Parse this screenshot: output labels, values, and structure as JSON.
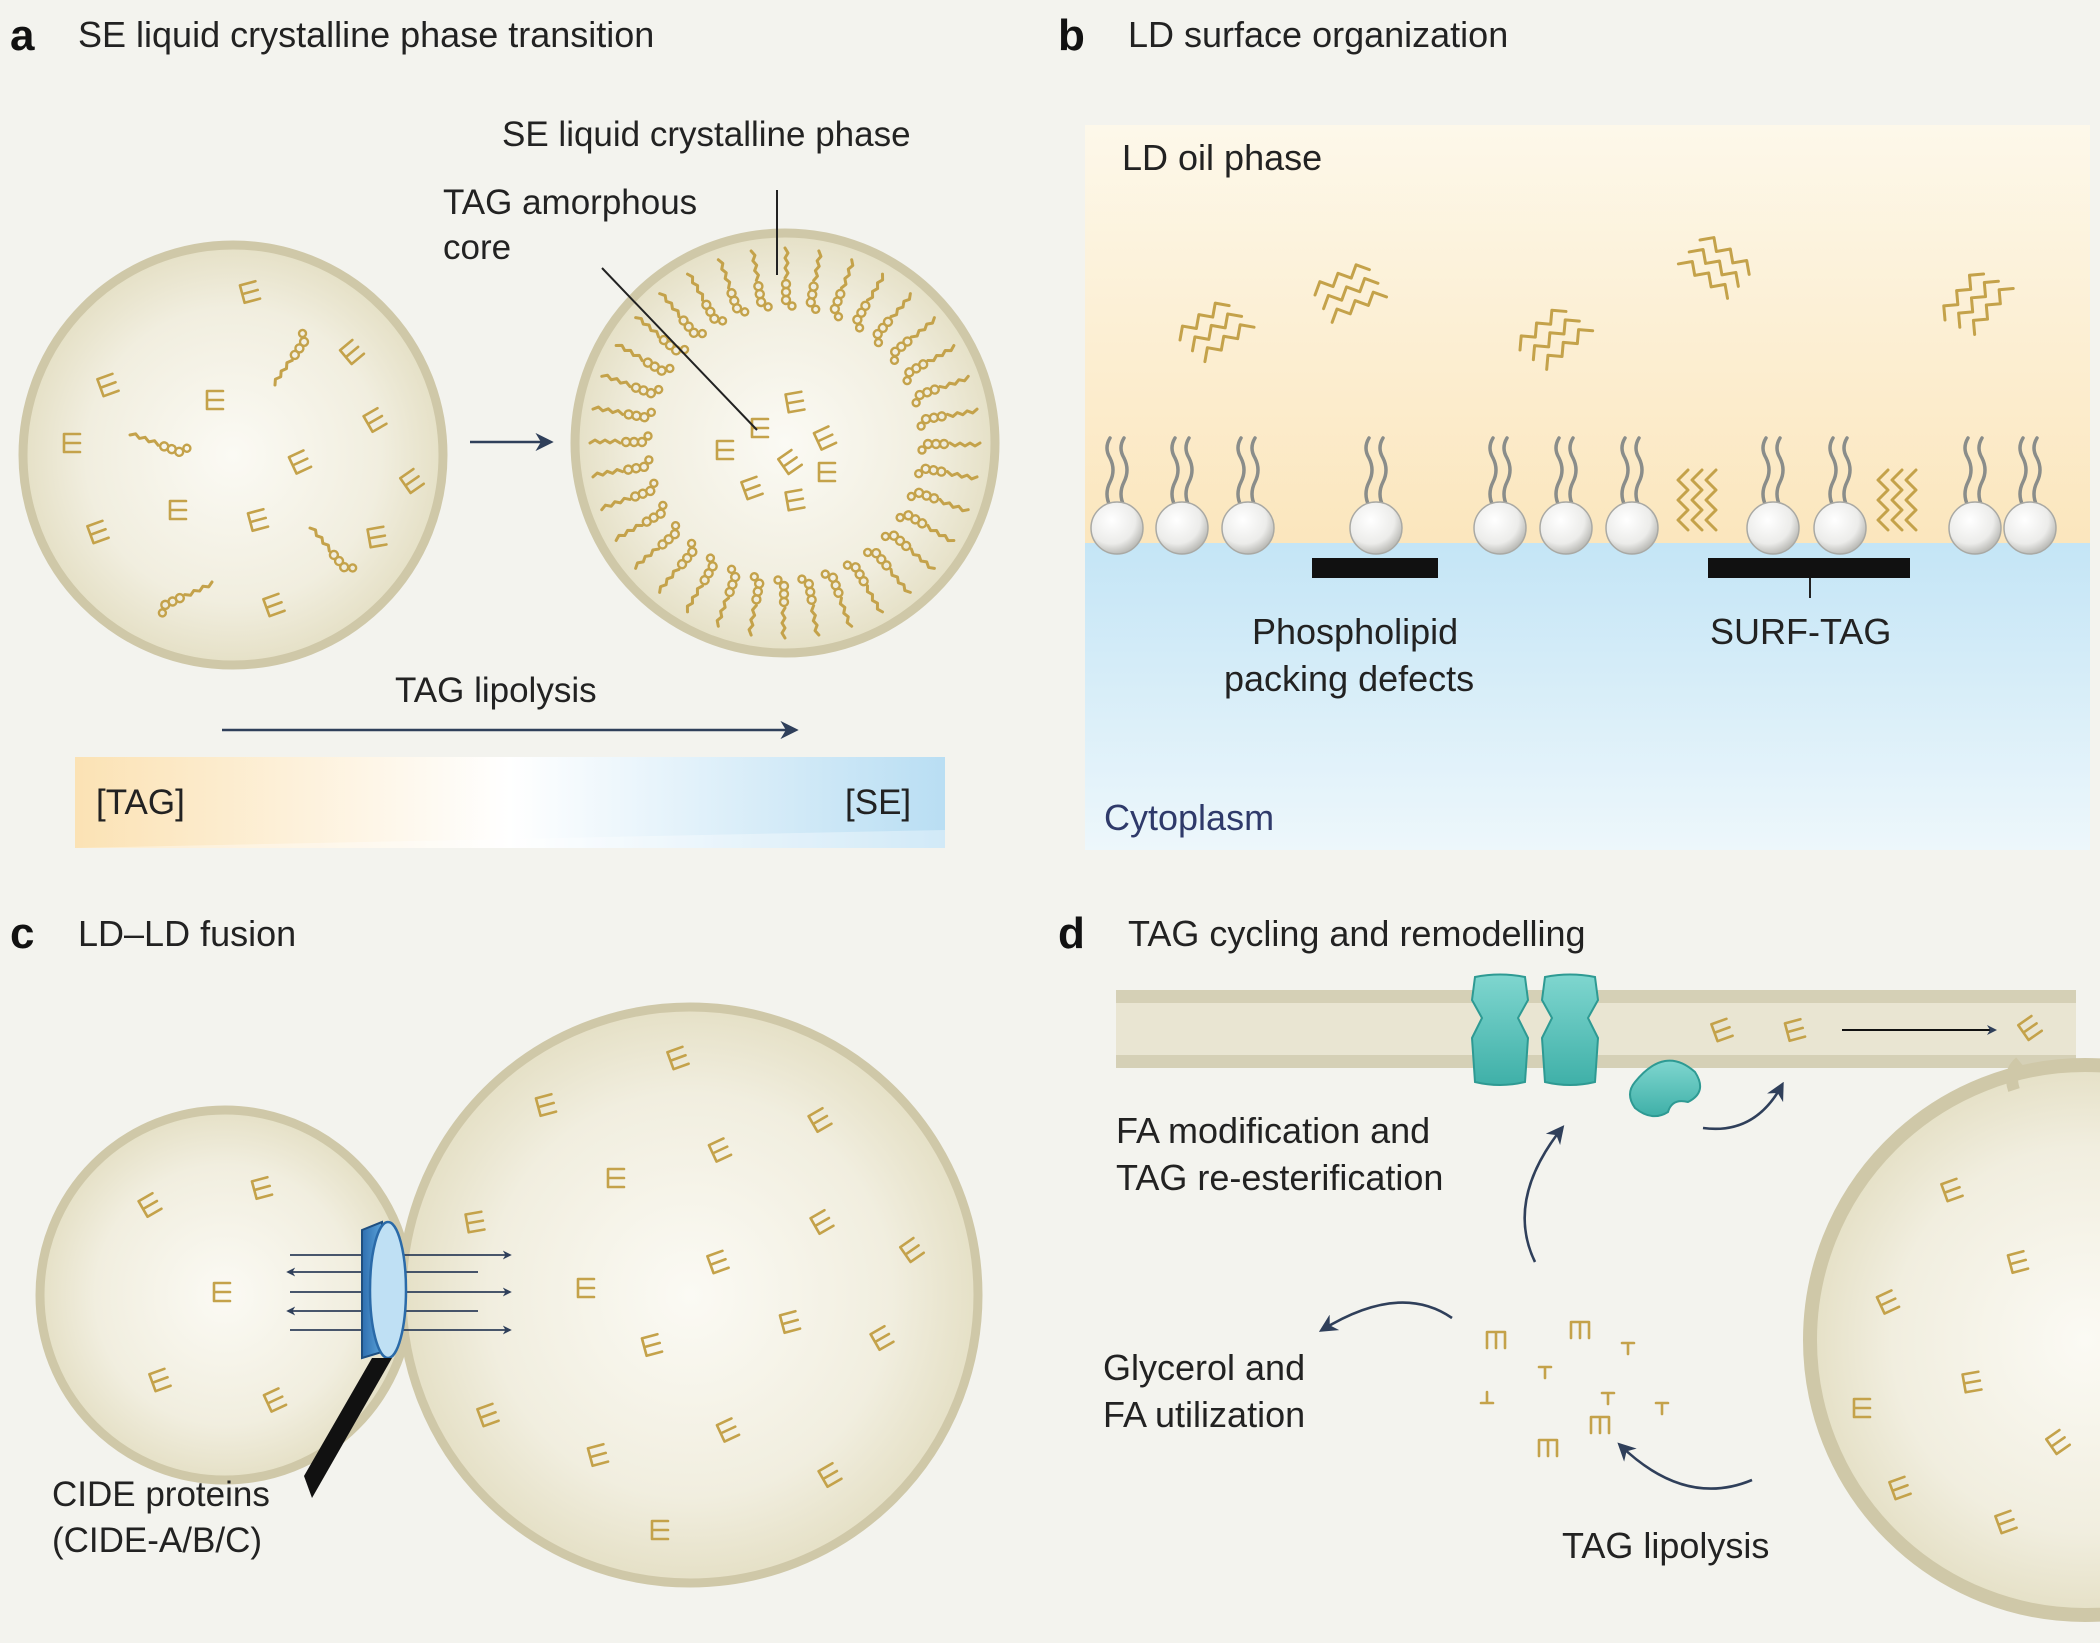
{
  "panels": {
    "a": {
      "letter": "a",
      "title": "SE liquid crystalline phase transition",
      "label_se_phase": "SE liquid crystalline phase",
      "label_tag_core_1": "TAG amorphous",
      "label_tag_core_2": "core",
      "label_lipolysis": "TAG lipolysis",
      "gradient_left": "[TAG]",
      "gradient_right": "[SE]"
    },
    "b": {
      "letter": "b",
      "title": "LD surface organization",
      "label_oil": "LD oil phase",
      "label_defects_1": "Phospholipid",
      "label_defects_2": "packing defects",
      "label_surf_tag": "SURF-TAG",
      "label_cytoplasm": "Cytoplasm"
    },
    "c": {
      "letter": "c",
      "title": "LD–LD fusion",
      "label_cide_1": "CIDE proteins",
      "label_cide_2": "(CIDE-A/B/C)"
    },
    "d": {
      "letter": "d",
      "title": "TAG cycling and remodelling",
      "label_fa_mod_1": "FA modification and",
      "label_fa_mod_2": "TAG re-esterification",
      "label_glycerol_1": "Glycerol and",
      "label_glycerol_2": "FA utilization",
      "label_lipolysis": "TAG lipolysis"
    }
  },
  "colors": {
    "background": "#f3f3ee",
    "droplet_fill": "#ece8d6",
    "droplet_rim": "#cfc8a8",
    "tag_gold": "#c4a24a",
    "oil_phase": "#fbe9c6",
    "cytoplasm": "#c6e6f5",
    "enzyme_teal": "#5ec4bd",
    "cide_blue": "#3f86c6",
    "arrow_navy": "#2f3f5a"
  },
  "icons": [
    "tag-molecule-icon",
    "sterol-ester-icon",
    "phospholipid-icon",
    "cide-pore-icon",
    "enzyme-icon"
  ]
}
